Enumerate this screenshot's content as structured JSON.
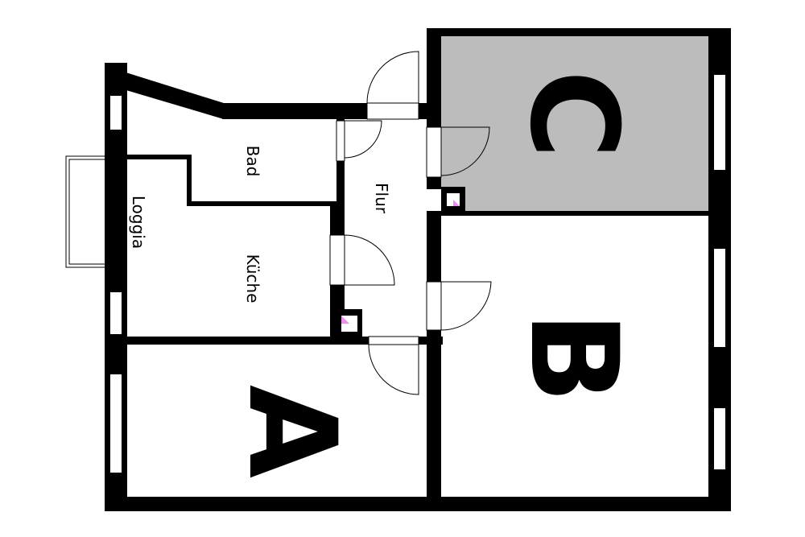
{
  "floorplan": {
    "rooms": [
      {
        "id": "room-a",
        "label": "A",
        "highlighted": false
      },
      {
        "id": "room-b",
        "label": "B",
        "highlighted": false
      },
      {
        "id": "room-c",
        "label": "C",
        "highlighted": true
      }
    ],
    "areas": {
      "bad": "Bad",
      "flur": "Flur",
      "kueche": "Küche",
      "loggia": "Loggia"
    },
    "colors": {
      "wall": "#000000",
      "highlight": "#bcbcbc",
      "background": "#ffffff",
      "vent_accent": "#f08cf0"
    }
  }
}
